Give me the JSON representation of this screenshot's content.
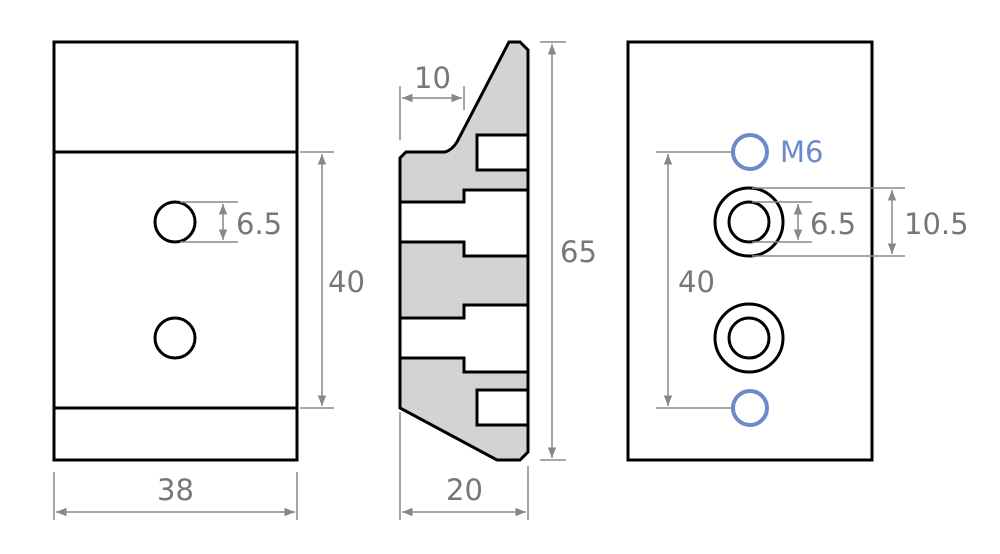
{
  "front_view": {
    "width_dim": "38",
    "hole_spacing_dim": "40",
    "hole_dia_dim": "6.5"
  },
  "side_view": {
    "height_dim": "65",
    "depth_dim": "20",
    "offset_dim": "10"
  },
  "back_view": {
    "thread_label": "M6",
    "hole_spacing_dim": "40",
    "hole_dia_dim": "6.5",
    "counterbore_dim": "10.5"
  },
  "colors": {
    "section_fill": "#d3d3d3",
    "thread_color": "#6b8acb",
    "dimension_color": "#888888"
  }
}
